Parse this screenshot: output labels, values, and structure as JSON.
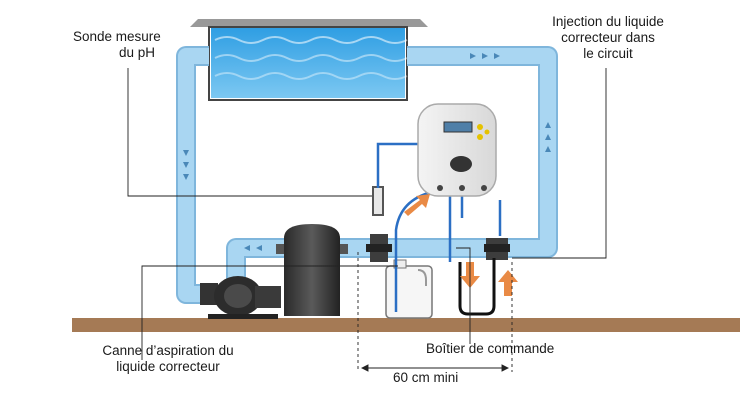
{
  "labels": {
    "ph_probe": [
      "Sonde mesure",
      "du pH"
    ],
    "injection": [
      "Injection du liquide",
      "correcteur dans",
      "le circuit"
    ],
    "suction": [
      "Canne d’aspiration du",
      "liquide correcteur"
    ],
    "control_box": "Boîtier de commande",
    "distance": "60 cm mini"
  },
  "colors": {
    "pipe": "#a9d6f2",
    "pipe_edge": "#7fb6dc",
    "water": "#3aa6e6",
    "ground": "#a57a55",
    "arrow": "#e98a45",
    "tubing": "#2b6fc4"
  }
}
